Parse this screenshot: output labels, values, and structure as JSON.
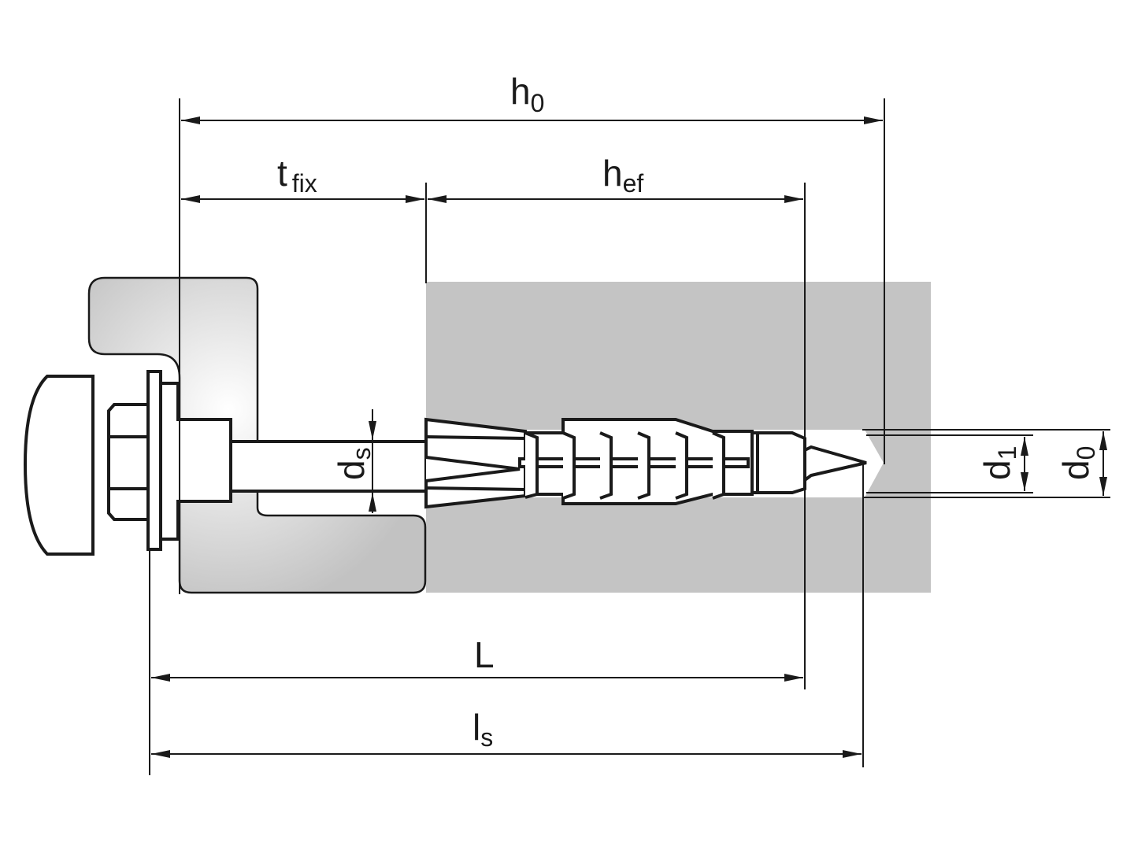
{
  "diagram": {
    "type": "anchor-installation-dimensions",
    "colors": {
      "substrate": "#c4c4c4",
      "line": "#1a1a1a",
      "background": "#ffffff"
    },
    "labels": {
      "h0": {
        "main": "h",
        "sub": "0"
      },
      "tfix": {
        "main": "t",
        "sub": "fix"
      },
      "hef": {
        "main": "h",
        "sub": "ef"
      },
      "ds": {
        "main": "d",
        "sub": "s"
      },
      "d1": {
        "main": "d",
        "sub": "1"
      },
      "d0": {
        "main": "d",
        "sub": "0"
      },
      "L": {
        "main": "L"
      },
      "ls": {
        "main": "l",
        "sub": "s"
      }
    }
  }
}
